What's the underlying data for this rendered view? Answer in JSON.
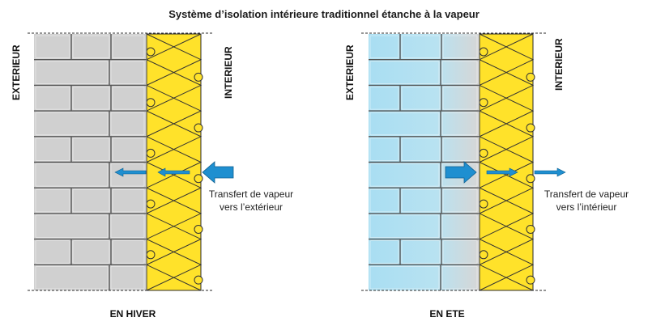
{
  "title": "Système d’isolation intérieure traditionnel étanche à la vapeur",
  "panels": [
    {
      "id": "hiver",
      "label_exterior": "EXTERIEUR",
      "label_interior": "INTERIEUR",
      "caption_line1": "Transfert de vapeur",
      "caption_line2": "vers l’extérieur",
      "footer": "EN HIVER"
    },
    {
      "id": "ete",
      "label_exterior": "EXTERIEUR",
      "label_interior": "INTERIEUR",
      "caption_line1": "Transfert de vapeur",
      "caption_line2": "vers l’intérieur",
      "footer": "EN ETE"
    }
  ],
  "colors": {
    "brick_grey": "#d0d0d0",
    "brick_blue": "#a9def2",
    "insulation": "#ffe22a",
    "arrow": "#1f8fd0",
    "line": "#2b2b2b"
  }
}
